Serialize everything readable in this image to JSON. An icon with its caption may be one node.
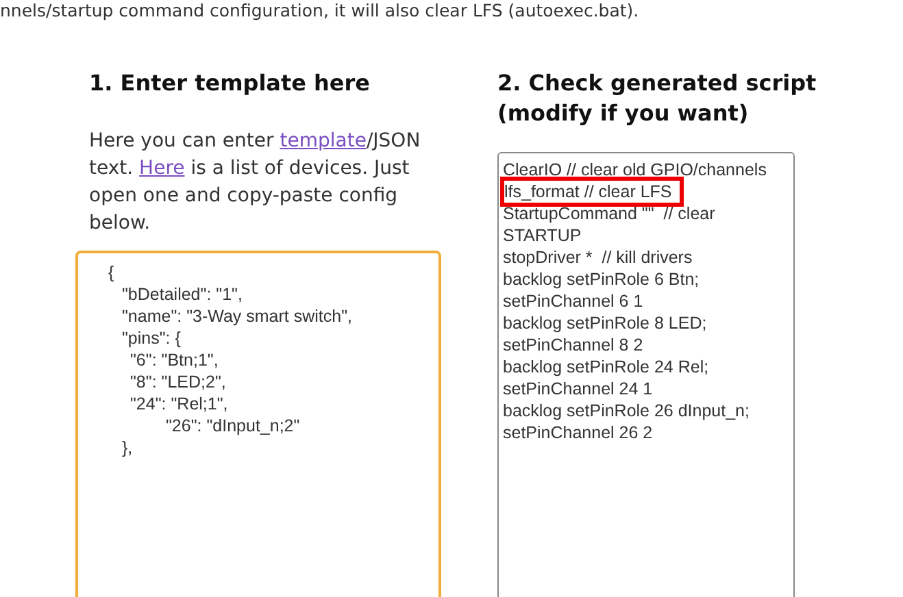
{
  "diagram": {
    "nodes": [
      {
        "text": [
          "{",
          "\"bDetailed\": \"1\",",
          "\"name\": \"3-Way smart switch\",",
          "\"pins\": {",
          "\"6\": \"Btn;1\",",
          "\"8\": \"LED;2\",",
          "\"24\": \"Rel;1\",",
          "\"26\": \"dInput_n;2\"",
          "},"
        ]
      },
      {
        "text": [
          "ClearIO // clear old GPIO/channels",
          "StartupCommand \"\"  // clear STARTUP",
          "stopDriver *  // kill drivers",
          "backlog setPinRole 6 Btn; setPinChannel 6 1",
          "backlog setPinRole 8 LED; setPinChannel 8 2",
          "backlog setPinRole 24 Rel; setPinChannel 24 1",
          "backlog setPinRole 26 dInput_n; setPinChannel 26 2"
        ]
      },
      {
        "text": [
          "lfs_format // clear LFS"
        ],
        "in": 1
      }
    ],
    "labels": [
      "nnels/startup command configuration, it will also clear LFS (autoexec.bat).",
      "1. Enter template here",
      "Here you can enter",
      "template",
      "/JSON text.",
      "Here",
      "is a list of devices. Just open one and copy-paste config below.",
      "2. Check generated script (modify if you want)"
    ]
  }
}
